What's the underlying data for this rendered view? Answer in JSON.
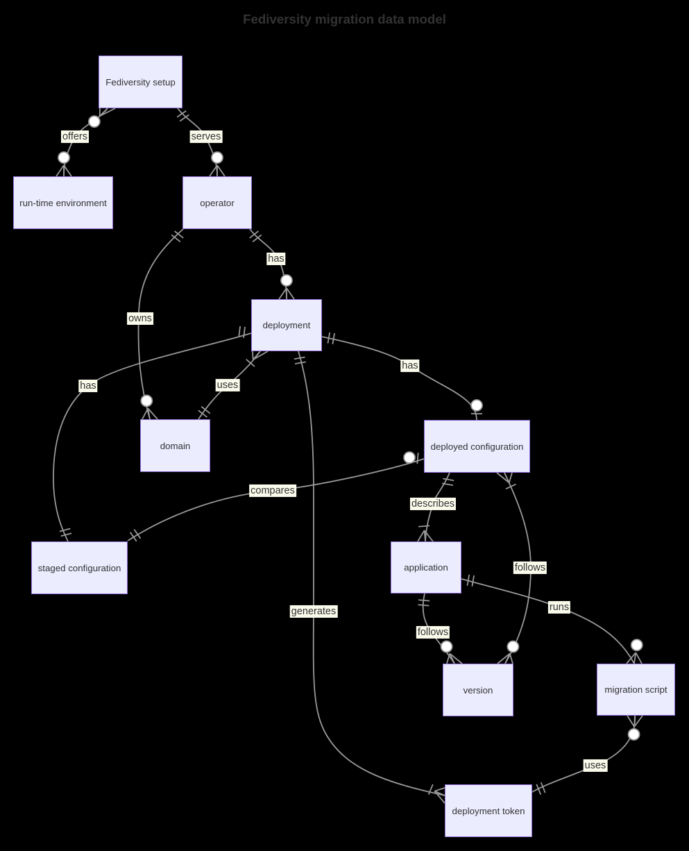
{
  "title": "Fediversity migration data model",
  "diagram_type": "entity-relationship",
  "entities": [
    {
      "id": "fediversity-setup",
      "label": "Fediversity setup"
    },
    {
      "id": "run-time-environment",
      "label": "run-time environment"
    },
    {
      "id": "operator",
      "label": "operator"
    },
    {
      "id": "deployment",
      "label": "deployment"
    },
    {
      "id": "domain",
      "label": "domain"
    },
    {
      "id": "deployed-configuration",
      "label": "deployed configuration"
    },
    {
      "id": "staged-configuration",
      "label": "staged configuration"
    },
    {
      "id": "application",
      "label": "application"
    },
    {
      "id": "version",
      "label": "version"
    },
    {
      "id": "migration-script",
      "label": "migration script"
    },
    {
      "id": "deployment-token",
      "label": "deployment token"
    }
  ],
  "relationships": [
    {
      "label": "offers",
      "from": "Fediversity setup",
      "from_cardinality": "zero-or-many",
      "to": "run-time environment",
      "to_cardinality": "zero-or-many"
    },
    {
      "label": "serves",
      "from": "Fediversity setup",
      "from_cardinality": "exactly-one",
      "to": "operator",
      "to_cardinality": "zero-or-many"
    },
    {
      "label": "has",
      "from": "operator",
      "from_cardinality": "exactly-one",
      "to": "deployment",
      "to_cardinality": "zero-or-many"
    },
    {
      "label": "owns",
      "from": "operator",
      "from_cardinality": "exactly-one",
      "to": "domain",
      "to_cardinality": "zero-or-many"
    },
    {
      "label": "uses",
      "from": "domain",
      "from_cardinality": "exactly-one",
      "to": "deployment",
      "to_cardinality": "one-or-many"
    },
    {
      "label": "has",
      "from": "deployment",
      "from_cardinality": "exactly-one",
      "to": "staged configuration",
      "to_cardinality": "exactly-one"
    },
    {
      "label": "has",
      "from": "deployment",
      "from_cardinality": "exactly-one",
      "to": "deployed configuration",
      "to_cardinality": "zero-or-one"
    },
    {
      "label": "compares",
      "from": "staged configuration",
      "from_cardinality": "exactly-one",
      "to": "deployed configuration",
      "to_cardinality": "zero-or-one"
    },
    {
      "label": "describes",
      "from": "deployed configuration",
      "from_cardinality": "exactly-one",
      "to": "application",
      "to_cardinality": "one-or-many"
    },
    {
      "label": "follows",
      "from": "deployed configuration",
      "from_cardinality": "one-or-many",
      "to": "version",
      "to_cardinality": "zero-or-many"
    },
    {
      "label": "follows",
      "from": "application",
      "from_cardinality": "exactly-one",
      "to": "version",
      "to_cardinality": "zero-or-many"
    },
    {
      "label": "runs",
      "from": "application",
      "from_cardinality": "exactly-one",
      "to": "migration script",
      "to_cardinality": "zero-or-many"
    },
    {
      "label": "uses",
      "from": "migration script",
      "from_cardinality": "zero-or-many",
      "to": "deployment token",
      "to_cardinality": "exactly-one"
    },
    {
      "label": "generates",
      "from": "deployment",
      "from_cardinality": "exactly-one",
      "to": "deployment token",
      "to_cardinality": "one-or-many"
    }
  ],
  "colors": {
    "background": "#000000",
    "entity_fill": "#ECECFF",
    "entity_border": "#9370DB",
    "edge": "#999999",
    "label_background": "#fbfbec",
    "text": "#333333"
  }
}
